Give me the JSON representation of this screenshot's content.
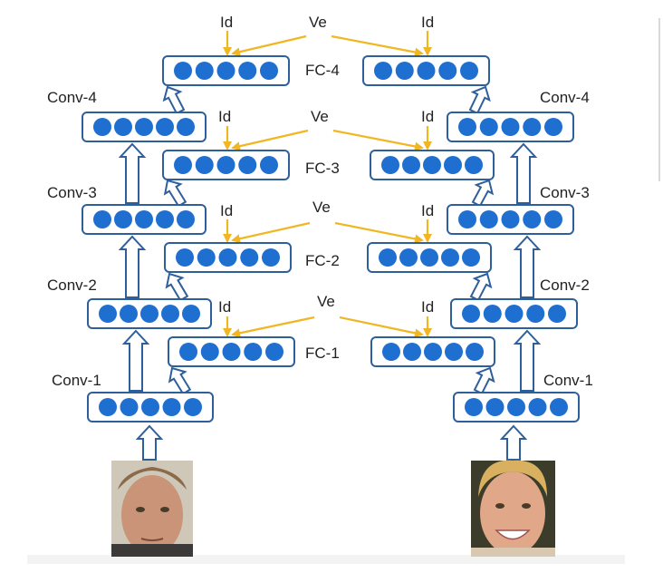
{
  "labels": {
    "id": "Id",
    "ve": "Ve",
    "fc": [
      "FC-1",
      "FC-2",
      "FC-3",
      "FC-4"
    ],
    "conv_left": [
      "Conv-1",
      "Conv-2",
      "Conv-3",
      "Conv-4"
    ],
    "conv_right": [
      "Conv-1",
      "Conv-2",
      "Conv-3",
      "Conv-4"
    ]
  },
  "colors": {
    "node_fill": "#1f6fd1",
    "layer_border": "#2f5f9a",
    "layer_fill": "#ffffff",
    "arrow_stroke": "#2f5f9a",
    "signal_arrow": "#f0b722",
    "face_left_skin": "#c99478",
    "face_left_hair": "#8a6a4a",
    "face_left_bg": "#cfc7b8",
    "face_right_skin": "#e0a888",
    "face_right_hair": "#d8b060",
    "face_right_bg": "#3b3d2a"
  },
  "nodes_per_layer": 5,
  "images": {
    "left_face": "face-photo-left",
    "right_face": "face-photo-right"
  }
}
